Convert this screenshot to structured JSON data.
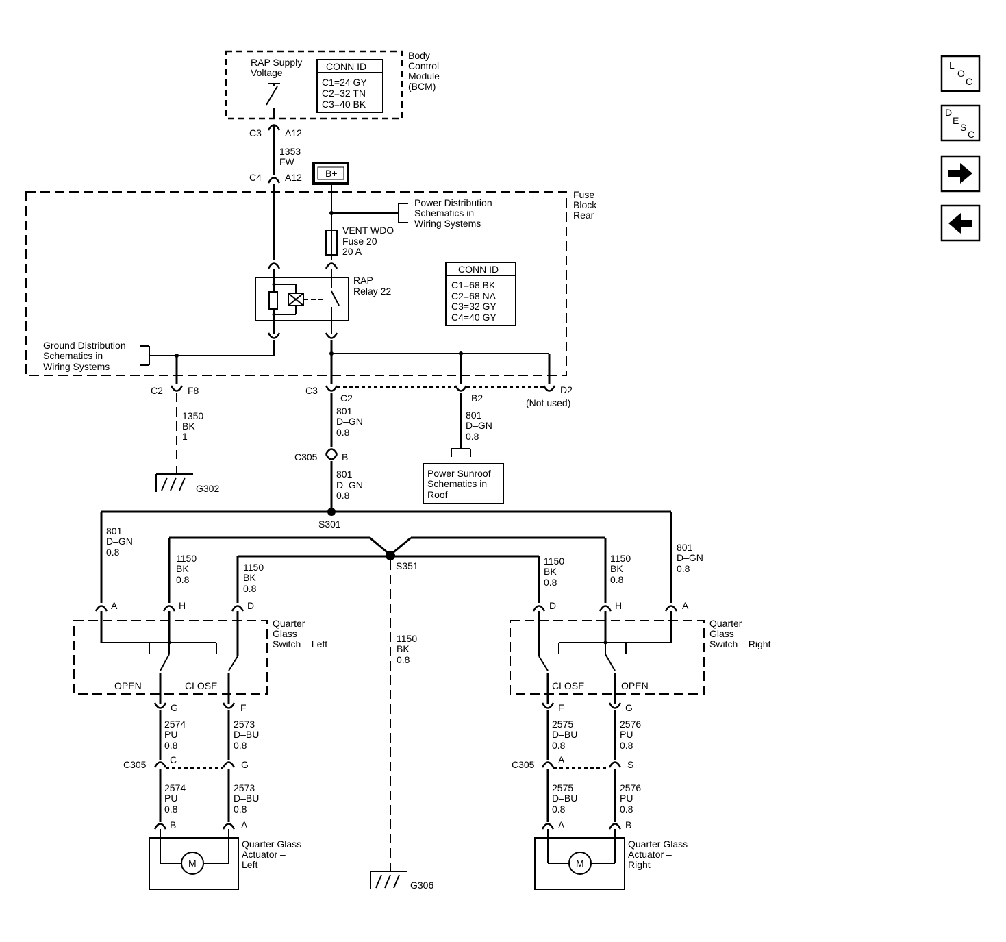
{
  "nav": {
    "loc": [
      "L",
      "O",
      "C"
    ],
    "desc": [
      "D",
      "E",
      "S",
      "C"
    ],
    "next_icon": "arrow-right-icon",
    "prev_icon": "arrow-left-icon"
  },
  "bcm": {
    "rap_label": [
      "RAP Supply",
      "Voltage"
    ],
    "conn_title": "CONN ID",
    "conn": [
      "C1=24 GY",
      "C2=32 TN",
      "C3=40 BK"
    ],
    "name": [
      "Body",
      "Control",
      "Module",
      "(BCM)"
    ]
  },
  "bcm_out": {
    "conn": "C3",
    "pin": "A12",
    "circuit": [
      "1353",
      "FW"
    ]
  },
  "fuse_in": {
    "conn": "C4",
    "pin": "A12",
    "bplus": "B+"
  },
  "fuse_block": {
    "name": [
      "Fuse",
      "Block –",
      "Rear"
    ],
    "power_ref": [
      "Power Distribution",
      "Schematics in",
      "Wiring Systems"
    ],
    "fuse": [
      "VENT WDO",
      "Fuse 20",
      "20 A"
    ],
    "relay": [
      "RAP",
      "Relay 22"
    ],
    "conn_title": "CONN ID",
    "conn": [
      "C1=68 BK",
      "C2=68 NA",
      "C3=32 GY",
      "C4=40 GY"
    ],
    "ground_ref": [
      "Ground Distribution",
      "Schematics in",
      "Wiring Systems"
    ]
  },
  "outputs": {
    "c2": "C2",
    "f8": "F8",
    "ground_circuit": [
      "1350",
      "BK",
      "1"
    ],
    "g302": "G302",
    "c3": "C3",
    "c3_pin": "C2",
    "c3_circuit": [
      "801",
      "D–GN",
      "0.8"
    ],
    "b2": "B2",
    "b2_circuit": [
      "801",
      "D–GN",
      "0.8"
    ],
    "d2": "D2",
    "not_used": "(Not used)",
    "sunroof_ref": [
      "Power Sunroof",
      "Schematics in",
      "Roof"
    ],
    "c305": "C305",
    "c305_pin": "B",
    "c305_circuit": [
      "801",
      "D–GN",
      "0.8"
    ],
    "s301": "S301",
    "s351": "S351",
    "g306_circuit": [
      "1150",
      "BK",
      "0.8"
    ],
    "g306": "G306"
  },
  "left": {
    "w801": [
      "801",
      "D–GN",
      "0.8"
    ],
    "w1150h": [
      "1150",
      "BK",
      "0.8"
    ],
    "w1150d": [
      "1150",
      "BK",
      "0.8"
    ],
    "pins_top": [
      "A",
      "H",
      "D"
    ],
    "switch_name": [
      "Quarter",
      "Glass",
      "Switch – Left"
    ],
    "open": "OPEN",
    "close": "CLOSE",
    "pin_g": "G",
    "pin_f": "F",
    "w_pu_a": [
      "2574",
      "PU",
      "0.8"
    ],
    "w_bu_a": [
      "2573",
      "D–BU",
      "0.8"
    ],
    "c305": "C305",
    "c305_c": "C",
    "c305_g": "G",
    "w_pu_b": [
      "2574",
      "PU",
      "0.8"
    ],
    "w_bu_b": [
      "2573",
      "D–BU",
      "0.8"
    ],
    "act_b": "B",
    "act_a": "A",
    "motor": "M",
    "actuator": [
      "Quarter Glass",
      "Actuator –",
      "Left"
    ]
  },
  "right": {
    "w1150d": [
      "1150",
      "BK",
      "0.8"
    ],
    "w1150h": [
      "1150",
      "BK",
      "0.8"
    ],
    "w801": [
      "801",
      "D–GN",
      "0.8"
    ],
    "pins_top": [
      "D",
      "H",
      "A"
    ],
    "switch_name": [
      "Quarter",
      "Glass",
      "Switch – Right"
    ],
    "close": "CLOSE",
    "open": "OPEN",
    "pin_f": "F",
    "pin_g": "G",
    "w_bu_a": [
      "2575",
      "D–BU",
      "0.8"
    ],
    "w_pu_a": [
      "2576",
      "PU",
      "0.8"
    ],
    "c305": "C305",
    "c305_a": "A",
    "c305_s": "S",
    "w_bu_b": [
      "2575",
      "D–BU",
      "0.8"
    ],
    "w_pu_b": [
      "2576",
      "PU",
      "0.8"
    ],
    "act_a": "A",
    "act_b": "B",
    "motor": "M",
    "actuator": [
      "Quarter Glass",
      "Actuator –",
      "Right"
    ]
  }
}
